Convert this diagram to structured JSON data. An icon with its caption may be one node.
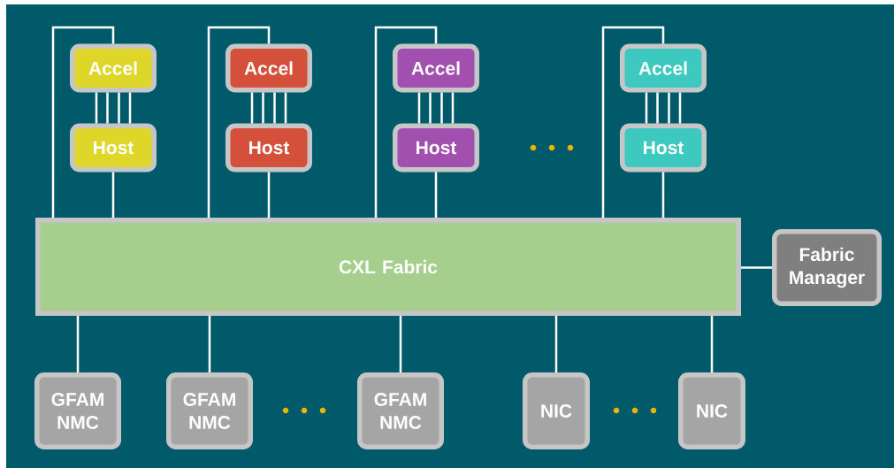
{
  "diagram": {
    "nodes": [
      {
        "text": [
          "Accel"
        ]
      },
      {
        "text": [
          "Host"
        ]
      },
      {
        "text": [
          "Accel"
        ]
      },
      {
        "text": [
          "Host"
        ]
      },
      {
        "text": [
          "Accel"
        ]
      },
      {
        "text": [
          "Host"
        ]
      },
      {
        "text": [
          "Accel"
        ]
      },
      {
        "text": [
          "Host"
        ]
      },
      {
        "text": [
          "CXL Fabric"
        ]
      },
      {
        "text": [
          "Fabric Manager"
        ]
      },
      {
        "text": [
          "GFAM NMC"
        ]
      },
      {
        "text": [
          "GFAM NMC"
        ]
      },
      {
        "text": [
          "GFAM NMC"
        ]
      },
      {
        "text": [
          "NIC"
        ]
      },
      {
        "text": [
          "NIC"
        ]
      }
    ],
    "edges": [
      {
        "from": 0,
        "to": 1,
        "arrow": "none"
      },
      {
        "from": 2,
        "to": 3,
        "arrow": "none"
      },
      {
        "from": 4,
        "to": 5,
        "arrow": "none"
      },
      {
        "from": 6,
        "to": 7,
        "arrow": "none"
      },
      {
        "from": 0,
        "to": 8,
        "arrow": "none"
      },
      {
        "from": 1,
        "to": 8,
        "arrow": "none"
      },
      {
        "from": 2,
        "to": 8,
        "arrow": "none"
      },
      {
        "from": 3,
        "to": 8,
        "arrow": "none"
      },
      {
        "from": 4,
        "to": 8,
        "arrow": "none"
      },
      {
        "from": 5,
        "to": 8,
        "arrow": "none"
      },
      {
        "from": 6,
        "to": 8,
        "arrow": "none"
      },
      {
        "from": 7,
        "to": 8,
        "arrow": "none"
      },
      {
        "from": 8,
        "to": 9,
        "arrow": "none"
      },
      {
        "from": 8,
        "to": 10,
        "arrow": "none"
      },
      {
        "from": 8,
        "to": 11,
        "arrow": "none"
      },
      {
        "from": 8,
        "to": 12,
        "arrow": "none"
      },
      {
        "from": 8,
        "to": 13,
        "arrow": "none"
      },
      {
        "from": 8,
        "to": 14,
        "arrow": "none"
      }
    ]
  }
}
